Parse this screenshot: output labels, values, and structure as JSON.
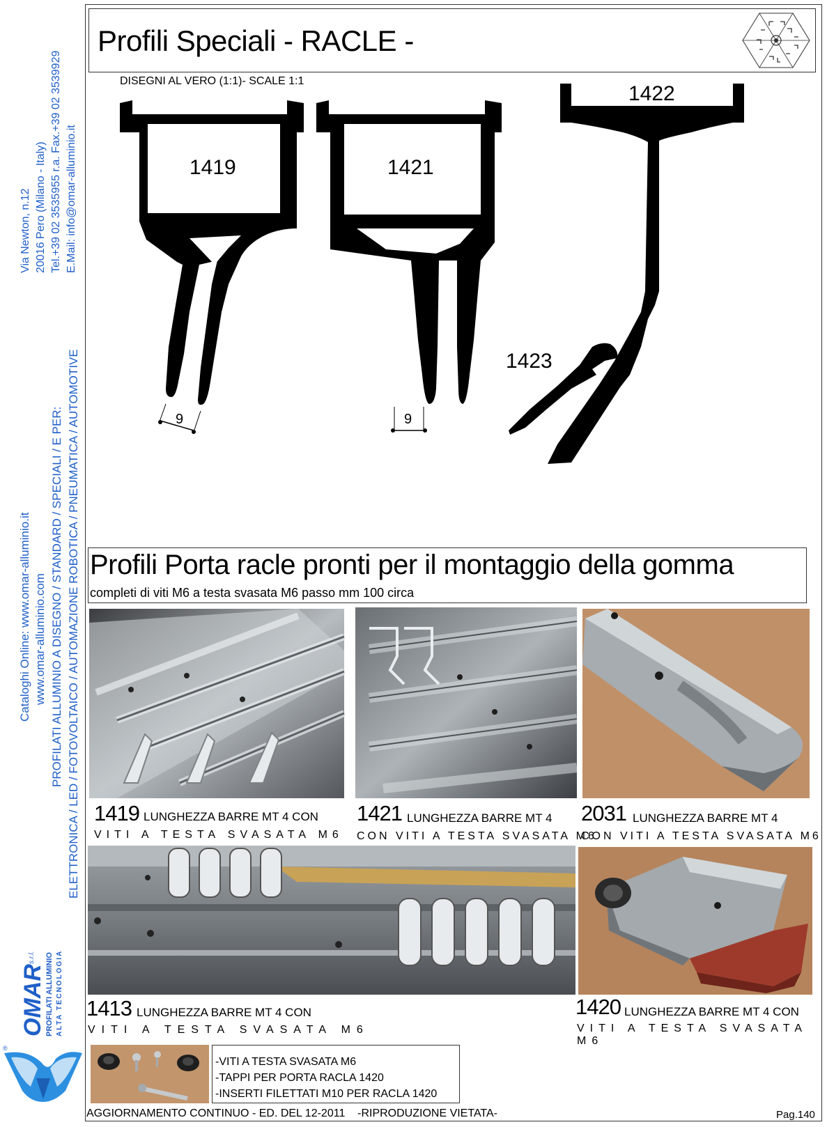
{
  "header": {
    "title": "Profili Speciali - RACLE -",
    "scale_note": "DISEGNI AL VERO (1:1)- SCALE 1:1"
  },
  "sidebar": {
    "address_line1": "Via Newton, n.12",
    "address_line2": "20016 Pero (Milano - Italy)",
    "address_line3": "Tel.+39 02 3535955 r.a. Fax.+39 02 3539929",
    "address_line4": "E.Mail: info@omar-alluminio.it",
    "web_line1": "Cataloghi Online: www.omar-alluminio.it",
    "web_line2": "www.omar-alluminio.com",
    "sectors_line1": "PROFILATI ALLUMINIO A DISEGNO / STANDARD / SPECIALI / E PER:",
    "sectors_line2": "ELETTRONICA / LED / FOTOVOLTAICO / AUTOMAZIONE ROBOTICA / PNEUMATICA / AUTOMOTIVE"
  },
  "logo": {
    "brand": "OMAR",
    "suffix": "s.r.l.",
    "tagline1": "PROFILATI ALLUMINIO",
    "tagline2": "ALTA TECNOLOGIA",
    "registered": "®"
  },
  "drawings": {
    "labels": [
      "1419",
      "1421",
      "1422",
      "1423"
    ],
    "dimension_1419": "9",
    "dimension_1421": "9"
  },
  "band": {
    "title": "Profili Porta racle pronti per il montaggio della gomma",
    "subtitle": "completi di viti M6 a testa svasata M6 passo mm 100 circa"
  },
  "products": [
    {
      "code": "1419",
      "text": "LUNGHEZZA BARRE MT 4 CON",
      "line2": "VITI A TESTA SVASATA M6"
    },
    {
      "code": "1421",
      "text": "LUNGHEZZA BARRE MT 4",
      "line2": "CON VITI A TESTA SVASATA M6"
    },
    {
      "code": "2031",
      "text": "LUNGHEZZA BARRE MT 4",
      "line2": "CON VITI A TESTA SVASATA M6"
    },
    {
      "code": "1413",
      "text": "LUNGHEZZA BARRE MT 4 CON",
      "line2": "VITI A TESTA SVASATA M6"
    },
    {
      "code": "1420",
      "text": "LUNGHEZZA BARRE MT 4 CON",
      "line2": "VITI A TESTA SVASATA M6"
    }
  ],
  "accessories": [
    "-VITI A TESTA SVASATA M6",
    "-TAPPI PER  PORTA RACLA 1420",
    "-INSERTI FILETTATI M10 PER RACLA 1420"
  ],
  "footer": {
    "text": "AGGIORNAMENTO CONTINUO - ED. DEL 12-2011    -RIPRODUZIONE VIETATA-",
    "page": "Pag.140"
  }
}
